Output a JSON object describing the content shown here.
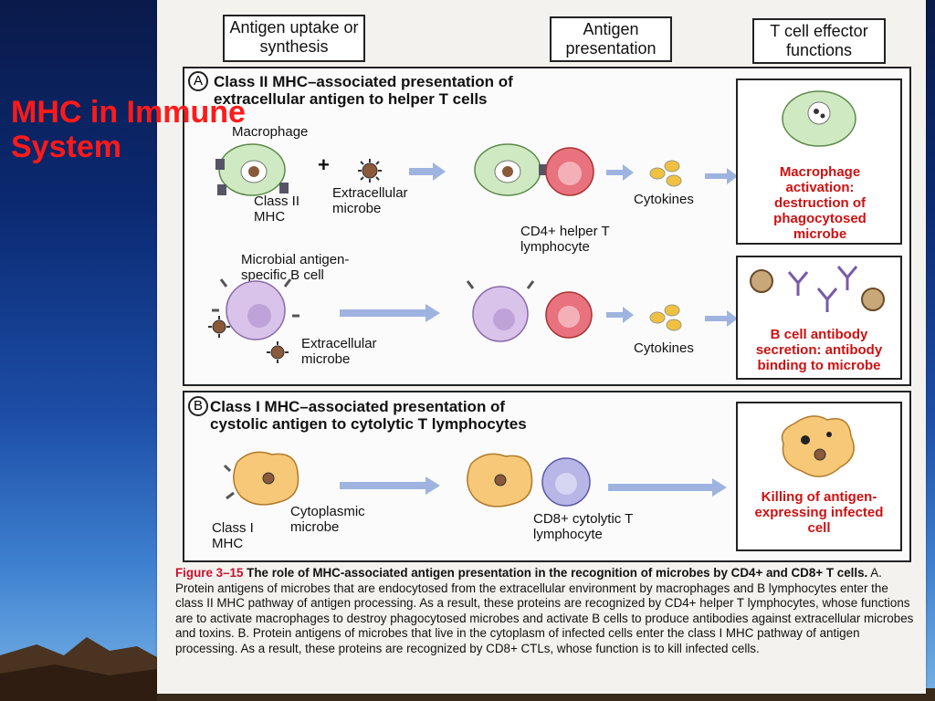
{
  "slide": {
    "title": "MHC in Immune System"
  },
  "figure": {
    "headers": {
      "uptake": "Antigen uptake or synthesis",
      "presentation": "Antigen presentation",
      "effector": "T cell effector functions"
    },
    "panel_a": {
      "letter": "A",
      "title": "Class II MHC–associated presentation of extracellular antigen to helper T cells",
      "row1": {
        "macrophage": "Macrophage",
        "plus": "+",
        "class2": "Class II MHC",
        "microbe": "Extracellular microbe",
        "helper": "CD4+ helper T lymphocyte",
        "cytokines": "Cytokines",
        "effect": "Macrophage activation: destruction of phagocytosed microbe"
      },
      "row2": {
        "bcell": "Microbial antigen-specific B cell",
        "microbe": "Extracellular microbe",
        "cytokines": "Cytokines",
        "effect": "B cell antibody secretion: antibody binding to microbe"
      }
    },
    "panel_b": {
      "letter": "B",
      "title": "Class I MHC–associated presentation of cystolic antigen to cytolytic T lymphocytes",
      "class1": "Class I MHC",
      "microbe": "Cytoplasmic microbe",
      "ctl": "CD8+ cytolytic T lymphocyte",
      "effect": "Killing of antigen-expressing infected cell"
    },
    "caption": {
      "label": "Figure 3–15",
      "title": "The role of MHC-associated antigen presentation in the recognition of microbes by CD4+ and CD8+ T cells.",
      "body": "A. Protein antigens of microbes that are endocytosed from the extracellular environment by macrophages and B lymphocytes enter the class II MHC pathway of antigen processing. As a result, these proteins are recognized by CD4+ helper T lymphocytes, whose functions are to activate macrophages to destroy phagocytosed microbes and activate B cells to produce antibodies against extracellular microbes and toxins. B. Protein antigens of microbes that live in the cytoplasm of infected cells enter the class I MHC pathway of antigen processing. As a result, these proteins are recognized by CD8+ CTLs, whose function is to kill infected cells."
    }
  },
  "colors": {
    "title_red": "#ff1a1a",
    "effect_red": "#cc1111",
    "macrophage_green": "#cfe9c2",
    "bcell_purple": "#d9c3ea",
    "helper_red": "#e8727e",
    "infected_orange": "#f6c878",
    "ctl_blue": "#b8b6e6",
    "arrow_blue": "#9fb3e0"
  }
}
